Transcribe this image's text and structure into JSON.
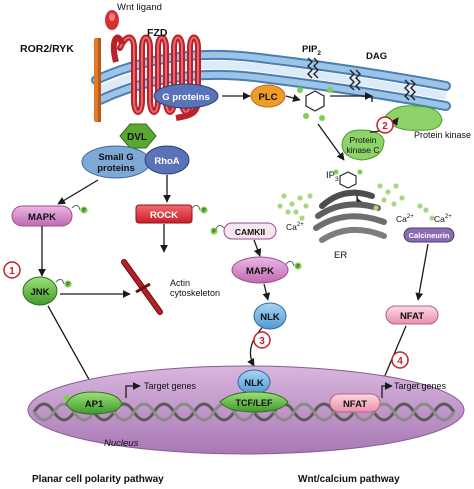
{
  "colors": {
    "membrane_top": "#7fb0dc",
    "membrane_bottom": "#4a7fb4",
    "receptor_red": "#b8222a",
    "receptor_orange": "#e07a28",
    "dvl_green": "#5aa832",
    "node_blue": "#5a73b8",
    "plc_orange": "#ef9c28",
    "mapk_pink": "#d586c9",
    "rock_red": "#e12d36",
    "jnk_green": "#4ea83a",
    "nlk_blue": "#6cb3e6",
    "nfat_pink": "#f4b4c6",
    "calcineurn_purple": "#8a6db0",
    "nucleus": "#c89cd0",
    "dna": "#5b5b5b",
    "calcium_dot": "#a9d680",
    "phospho_green": "#7ccf4f"
  },
  "labels": {
    "wnt_ligand": "Wnt ligand",
    "ror2_ryk": "ROR2/RYK",
    "fzd": "FZD",
    "pip2": "PIP",
    "pip2_sub": "2",
    "dag": "DAG",
    "g_proteins": "G proteins",
    "plc": "PLC",
    "dvl": "DVL",
    "small_g_line1": "Small G",
    "small_g_line2": "proteins",
    "rhoa": "RhoA",
    "pkc_outer": "Protein kinase C",
    "pkc_inner_line1": "Protein",
    "pkc_inner_line2": "kinase C",
    "ip3": "IP",
    "ip3_sub": "3",
    "camkii": "CAMKII",
    "ca2_left": "Ca",
    "ca2_mid": "Ca",
    "ca2_right": "Ca",
    "ca_sup": "2+",
    "er": "ER",
    "calcineurin": "Calcineurin",
    "mapk_left": "MAPK",
    "rock": "ROCK",
    "mapk_center": "MAPK",
    "jnk": "JNK",
    "actin_line1": "Actin",
    "actin_line2": "cytoskeleton",
    "nlk_upper": "NLK",
    "nfat_upper": "NFAT",
    "nlk_lower": "NLK",
    "tcf_lef": "TCF/LEF",
    "ap1": "AP1",
    "nfat_lower": "NFAT",
    "target_genes_left": "Target genes",
    "target_genes_right": "Target genes",
    "nucleus": "Nucleus",
    "phospho": "P",
    "planar_pathway": "Planar cell polarity pathway",
    "calcium_pathway": "Wnt/calcium pathway"
  },
  "steps": [
    "1",
    "2",
    "3",
    "4"
  ]
}
